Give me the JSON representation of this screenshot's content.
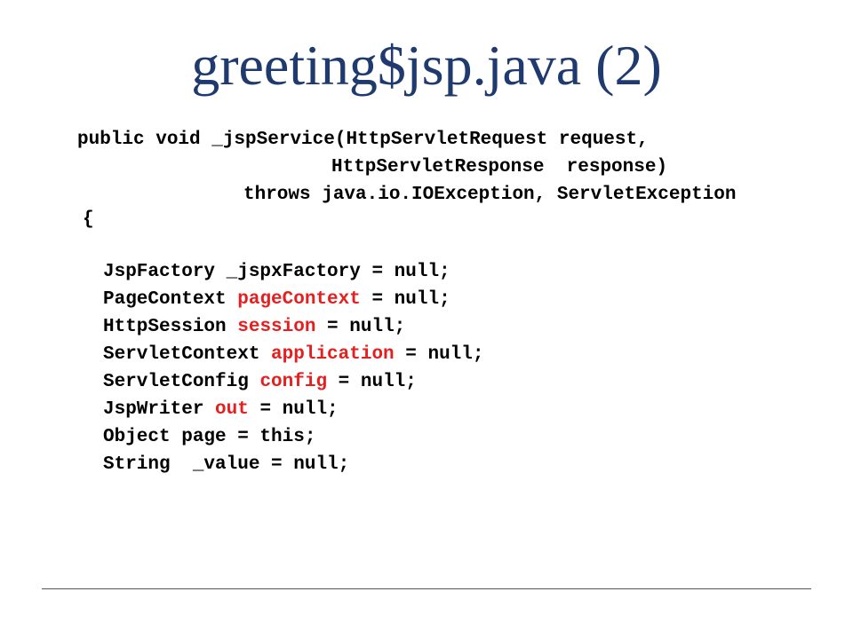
{
  "slide": {
    "title": "greeting$jsp.java (2)"
  },
  "code": {
    "signature_line_1": "public void _jspService(HttpServletRequest request,",
    "signature_line_2": "HttpServletResponse  response)",
    "signature_line_3": "throws java.io.IOException, ServletException",
    "open_brace": "{",
    "decl_1": "JspFactory _jspxFactory = null;",
    "decl_2_type": "PageContext ",
    "decl_2_var": "pageContext",
    "decl_2_rest": " = null;",
    "decl_3_type": "HttpSession ",
    "decl_3_var": "session",
    "decl_3_rest": " = null;",
    "decl_4_type": "ServletContext ",
    "decl_4_var": "application",
    "decl_4_rest": " = null;",
    "decl_5_type": "ServletConfig ",
    "decl_5_var": "config",
    "decl_5_rest": " = null;",
    "decl_6_type": "JspWriter ",
    "decl_6_var": "out",
    "decl_6_rest": " = null;",
    "decl_7": "Object page = this;",
    "decl_8": "String  _value = null;"
  },
  "colors": {
    "title": "#1f3a6e",
    "code_text": "#000000",
    "highlight": "#e61e1e"
  }
}
